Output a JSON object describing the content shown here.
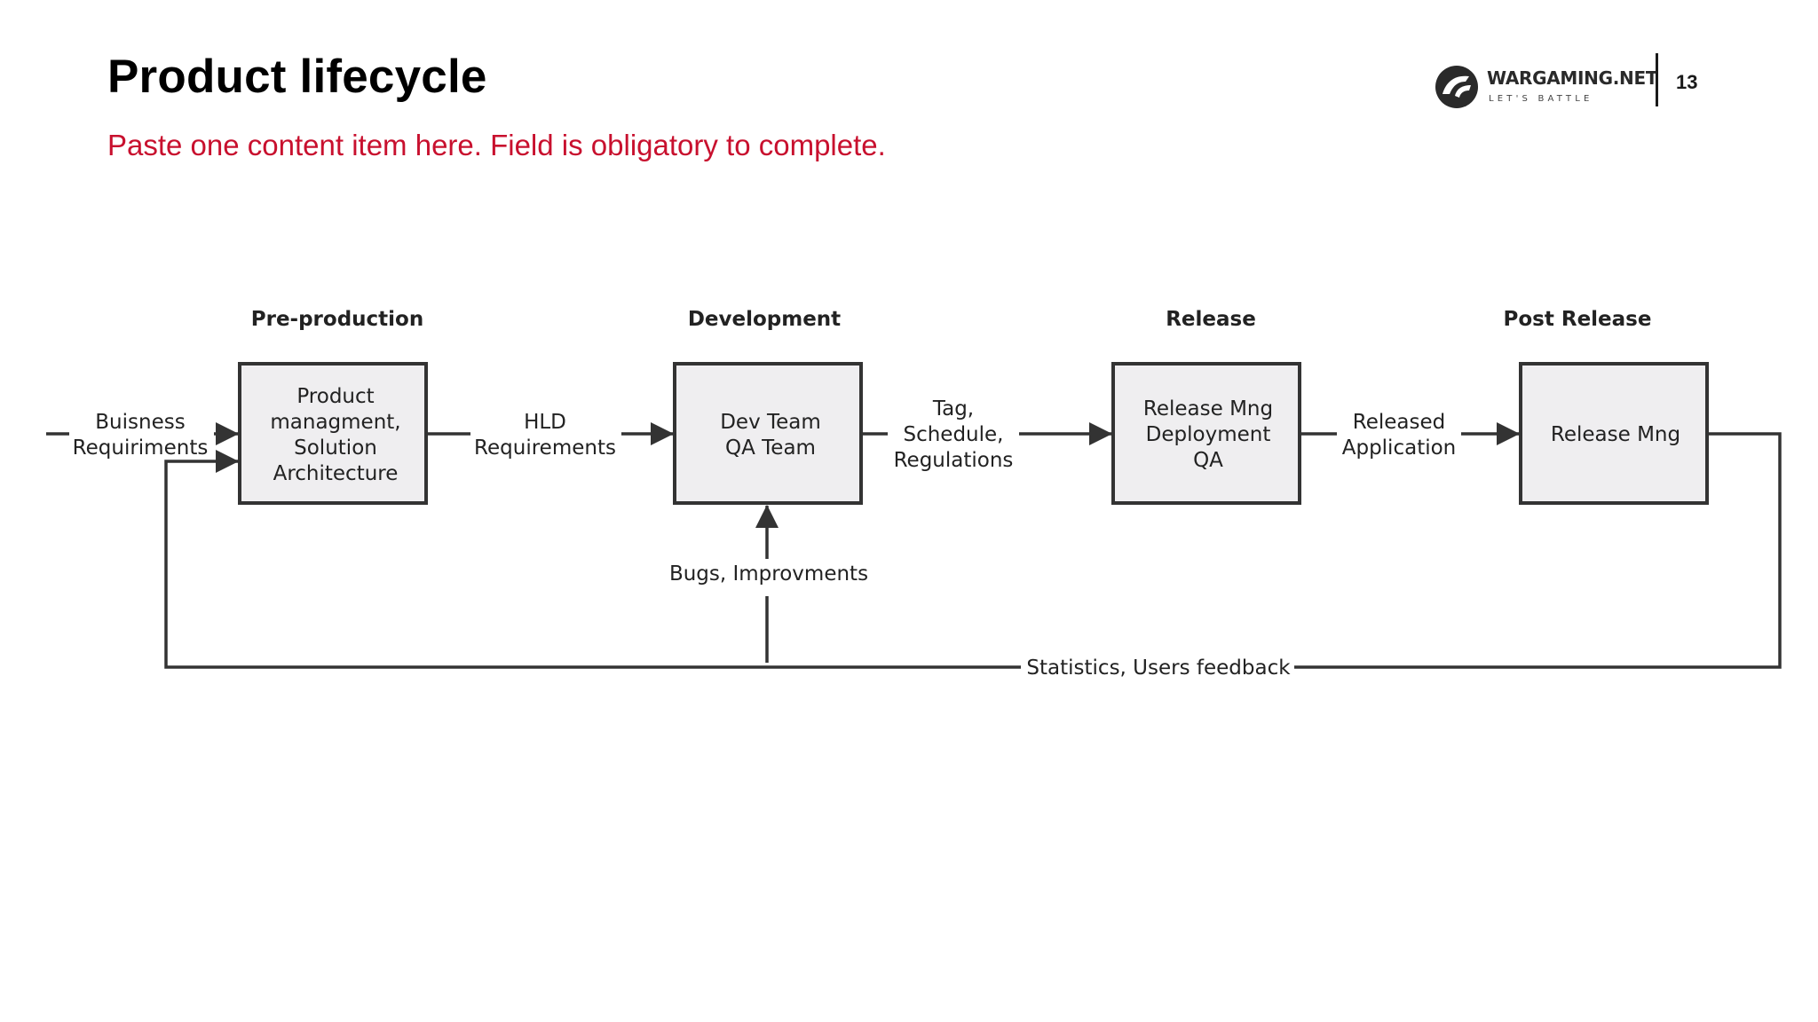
{
  "header": {
    "title": "Product lifecycle",
    "subtitle": "Paste one content item here. Field is obligatory to complete.",
    "page_number": "13"
  },
  "brand": {
    "name": "WARGAMING.NET",
    "tagline": "LET'S BATTLE",
    "icon": "wargaming-logo-icon"
  },
  "colors": {
    "accent": "#c8102e",
    "diagram_stroke": "#333333",
    "box_fill": "#efeef0",
    "text": "#000000"
  },
  "diagram": {
    "stages": [
      "Pre-production",
      "Development",
      "Release",
      "Post Release"
    ],
    "boxes": [
      [
        "Product",
        "managment,",
        "Solution",
        "Architecture"
      ],
      [
        "Dev Team",
        "QA Team"
      ],
      [
        "Release Mng",
        "Deployment",
        "QA"
      ],
      [
        "Release Mng"
      ]
    ],
    "edge_labels": {
      "input": [
        "Buisness",
        "Requiriments"
      ],
      "hld": [
        "HLD",
        "Requirements"
      ],
      "tag": [
        "Tag,",
        "Schedule,",
        "Regulations"
      ],
      "released": [
        "Released",
        "Application"
      ],
      "bugs": "Bugs, Improvments",
      "feedback": "Statistics, Users feedback"
    }
  }
}
